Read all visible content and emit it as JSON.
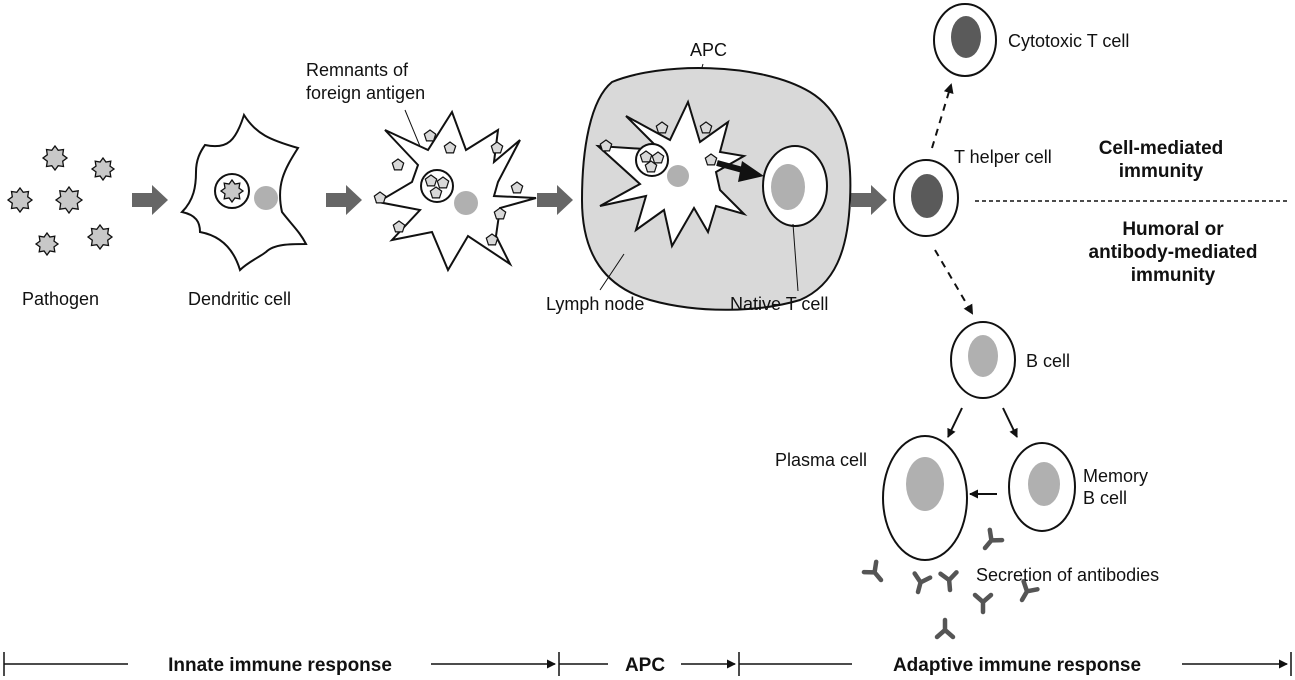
{
  "labels": {
    "pathogen": "Pathogen",
    "dendritic_cell": "Dendritic cell",
    "remnants_line1": "Remnants of",
    "remnants_line2": "foreign antigen",
    "apc_top": "APC",
    "lymph_node": "Lymph node",
    "native_t_cell": "Native T cell",
    "cytotoxic_t_cell": "Cytotoxic T cell",
    "t_helper_cell": "T helper cell",
    "b_cell": "B cell",
    "plasma_cell": "Plasma cell",
    "memory_line1": "Memory",
    "memory_line2": "B cell",
    "secretion": "Secretion of antibodies"
  },
  "immunity": {
    "cell_mediated_line1": "Cell-mediated",
    "cell_mediated_line2": "immunity",
    "humoral_line1": "Humoral or",
    "humoral_line2": "antibody-mediated",
    "humoral_line3": "immunity"
  },
  "phases": {
    "innate": "Innate immune response",
    "apc": "APC",
    "adaptive": "Adaptive immune response"
  },
  "colors": {
    "lymph_fill": "#d9d9d9",
    "dark_nucleus": "#5a5a5a",
    "light_nucleus": "#b0b0b0",
    "arrow_gray": "#666666"
  }
}
